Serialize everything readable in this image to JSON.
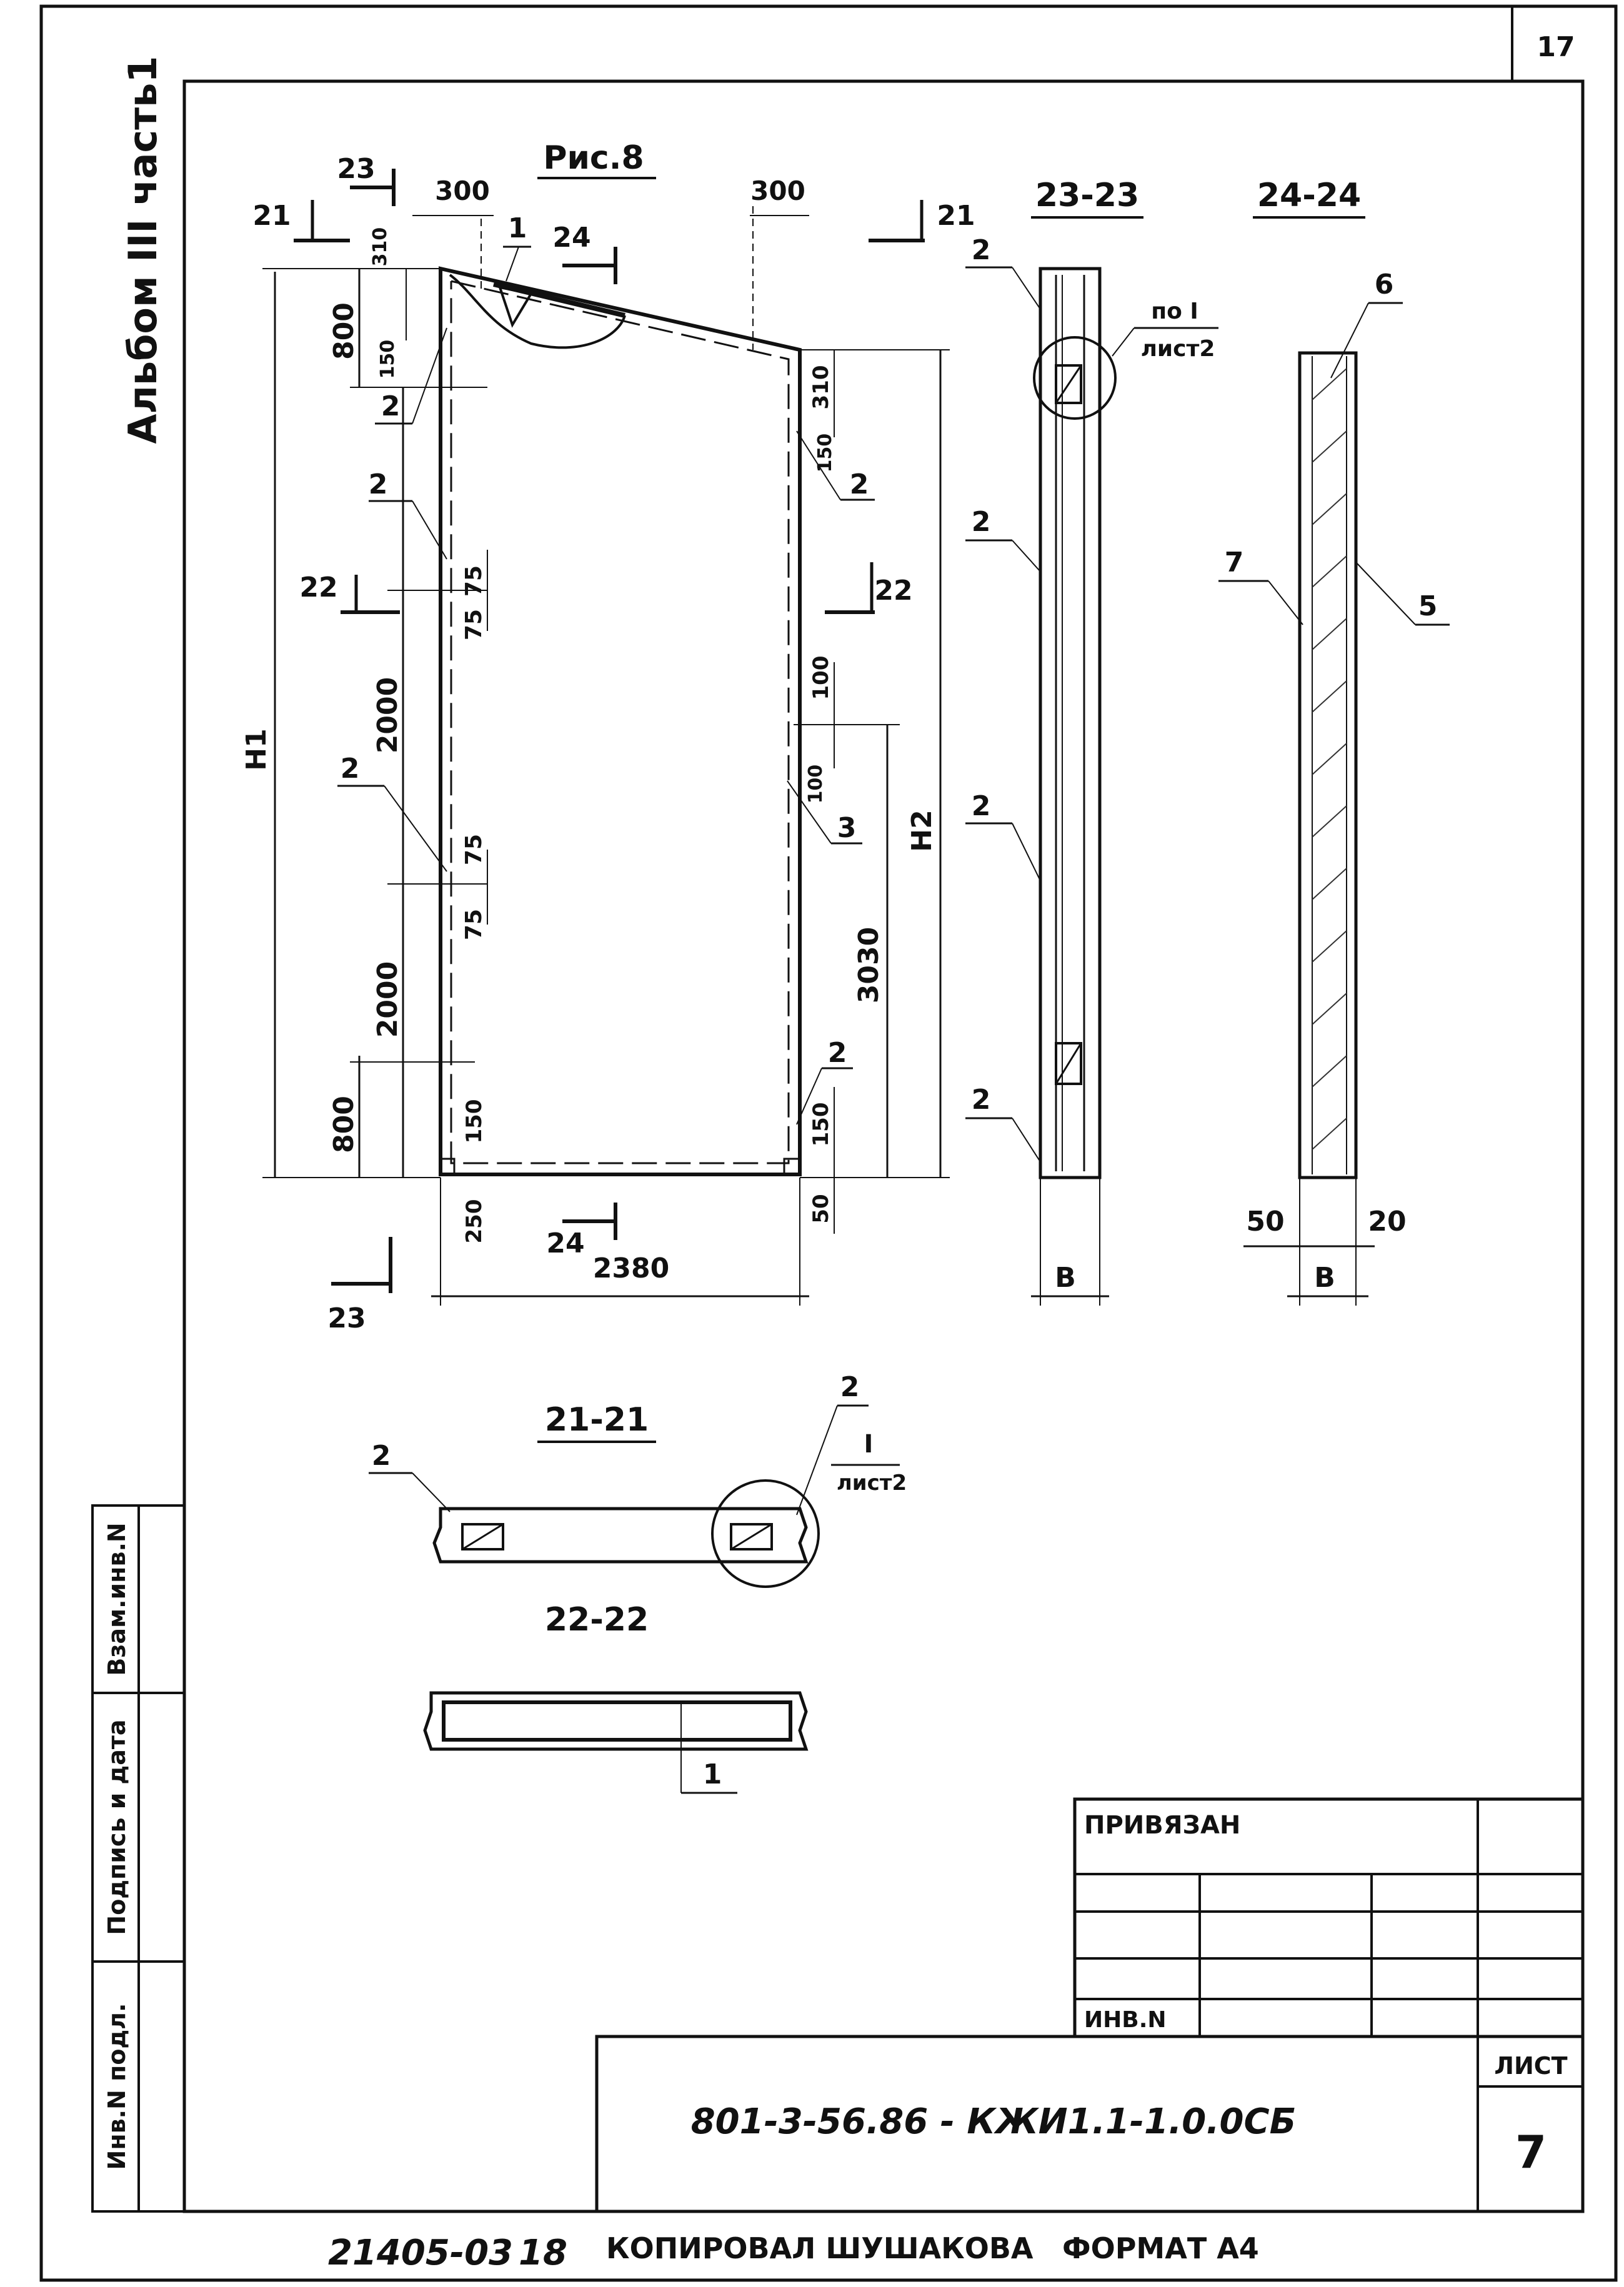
{
  "header": {
    "page_number": "17",
    "album": "Альбом III часть1",
    "figure_title": "Рис.8"
  },
  "sections": {
    "s23_23": "23-23",
    "s24_24": "24-24",
    "s21_21": "21-21",
    "s22_22": "22-22",
    "mark_21": "21",
    "mark_22": "22",
    "mark_23": "23",
    "mark_24": "24",
    "ref_node": "по I",
    "ref_sheet": "лист2",
    "ref_node_plain": "I"
  },
  "dimensions": {
    "d300": "300",
    "d310": "310",
    "d800": "800",
    "d150": "150",
    "d75": "75",
    "d2000": "2000",
    "d100": "100",
    "d3030": "3030",
    "d50": "50",
    "d250": "250",
    "d2380": "2380",
    "d20": "20",
    "h1": "H1",
    "h2": "H2",
    "b": "B"
  },
  "callouts": {
    "c1": "1",
    "c2": "2",
    "c3": "3",
    "c5": "5",
    "c6": "6",
    "c7": "7"
  },
  "side_stamp": {
    "inv_podl": "Инв.N подл.",
    "podpis_data": "Подпись и дата",
    "vzam_inv": "Взам.инв.N"
  },
  "title_block": {
    "privyazan": "ПРИВЯЗАН",
    "inv_n": "ИНВ.N",
    "doc_code": "801-3-56.86 - КЖИ1.1-1.0.0СБ",
    "sheet_label": "ЛИСТ",
    "sheet_number": "7"
  },
  "footer": {
    "order_number": "21405-03",
    "order_sub": "18",
    "copied_by": "КОПИРОВАЛ ШУШАКОВА",
    "format": "ФОРМАТ А4"
  }
}
